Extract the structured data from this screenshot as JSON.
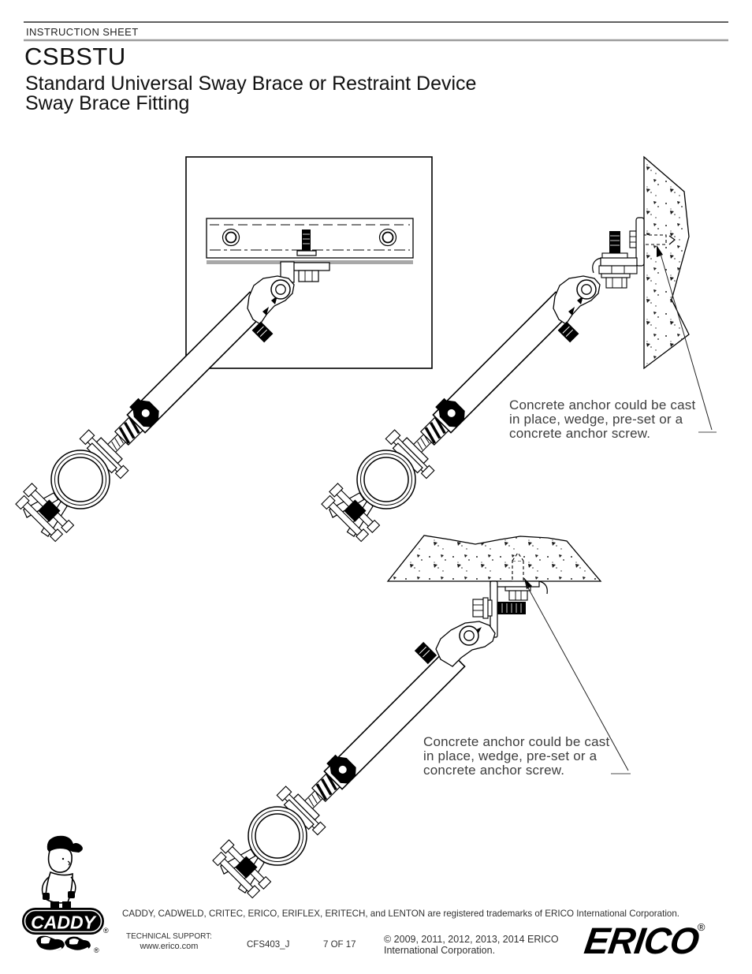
{
  "header": {
    "eyebrow": "INSTRUCTION SHEET",
    "title": "CSBSTU",
    "subtitle_line1": "Standard Universal Sway Brace or Restraint Device",
    "subtitle_line2": "Sway Brace Fitting"
  },
  "annotations": {
    "wall_note": {
      "lines": [
        "Concrete anchor could be cast",
        "in place, wedge, pre-set or a",
        "concrete anchor screw."
      ]
    },
    "ceiling_note": {
      "lines": [
        "Concrete anchor could be cast",
        "in place, wedge, pre-set or a",
        "concrete anchor screw."
      ]
    }
  },
  "footer": {
    "trademark_line": "CADDY, CADWELD, CRITEC, ERICO, ERIFLEX, ERITECH, and LENTON are registered trademarks of ERICO International Corporation.",
    "technical_support_label": "TECHNICAL SUPPORT:",
    "technical_support_url": "www.erico.com",
    "document_number": "CFS403_J",
    "page_indicator": "7 OF 17",
    "copyright_line1": "© 2009, 2011, 2012, 2013, 2014 ERICO",
    "copyright_line2": "International Corporation.",
    "caddy_logo_text": "CADDY",
    "caddy_registered_mark": "®",
    "erico_logo_text": "ERICO",
    "erico_registered_mark": "®"
  },
  "colors": {
    "ink": "#1a1a1a",
    "annotation": "#3d3d3d",
    "gray_rule": "#9c9c9c",
    "channel_gray": "#a8a8a8"
  }
}
